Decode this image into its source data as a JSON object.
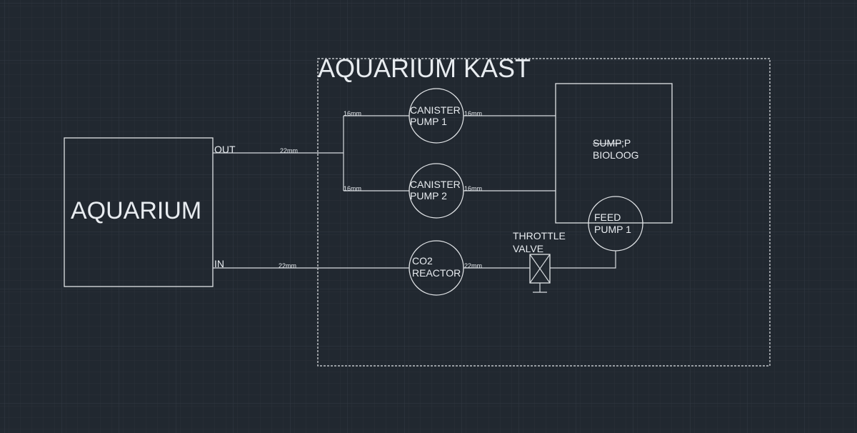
{
  "colors": {
    "background": "#212830",
    "grid_minor": "#2a3139",
    "grid_major": "#323a43",
    "line": "#e0e3e6"
  },
  "labels": {
    "enclosure_title": "AQUARIUM KAST",
    "aquarium": "AQUARIUM",
    "out": "OUT",
    "in": "IN",
    "out_pipe_size": "22mm",
    "in_pipe_size": "22mm",
    "pump1_in_size": "16mm",
    "pump1_out_size": "16mm",
    "pump2_in_size": "16mm",
    "pump2_out_size": "16mm",
    "reactor_out_size": "22mm",
    "canister_pump_1": [
      "CANISTER",
      "PUMP 1"
    ],
    "canister_pump_2": [
      "CANISTER",
      "PUMP 2"
    ],
    "co2_reactor": [
      "CO2",
      "REACTOR"
    ],
    "sump_struck": "SUMP",
    "sump_fragment": ";P",
    "sump_line2": "BIOLOOG",
    "feed_pump": [
      "FEED",
      "PUMP 1"
    ],
    "throttle_valve": [
      "THROTTLE",
      "VALVE"
    ]
  }
}
